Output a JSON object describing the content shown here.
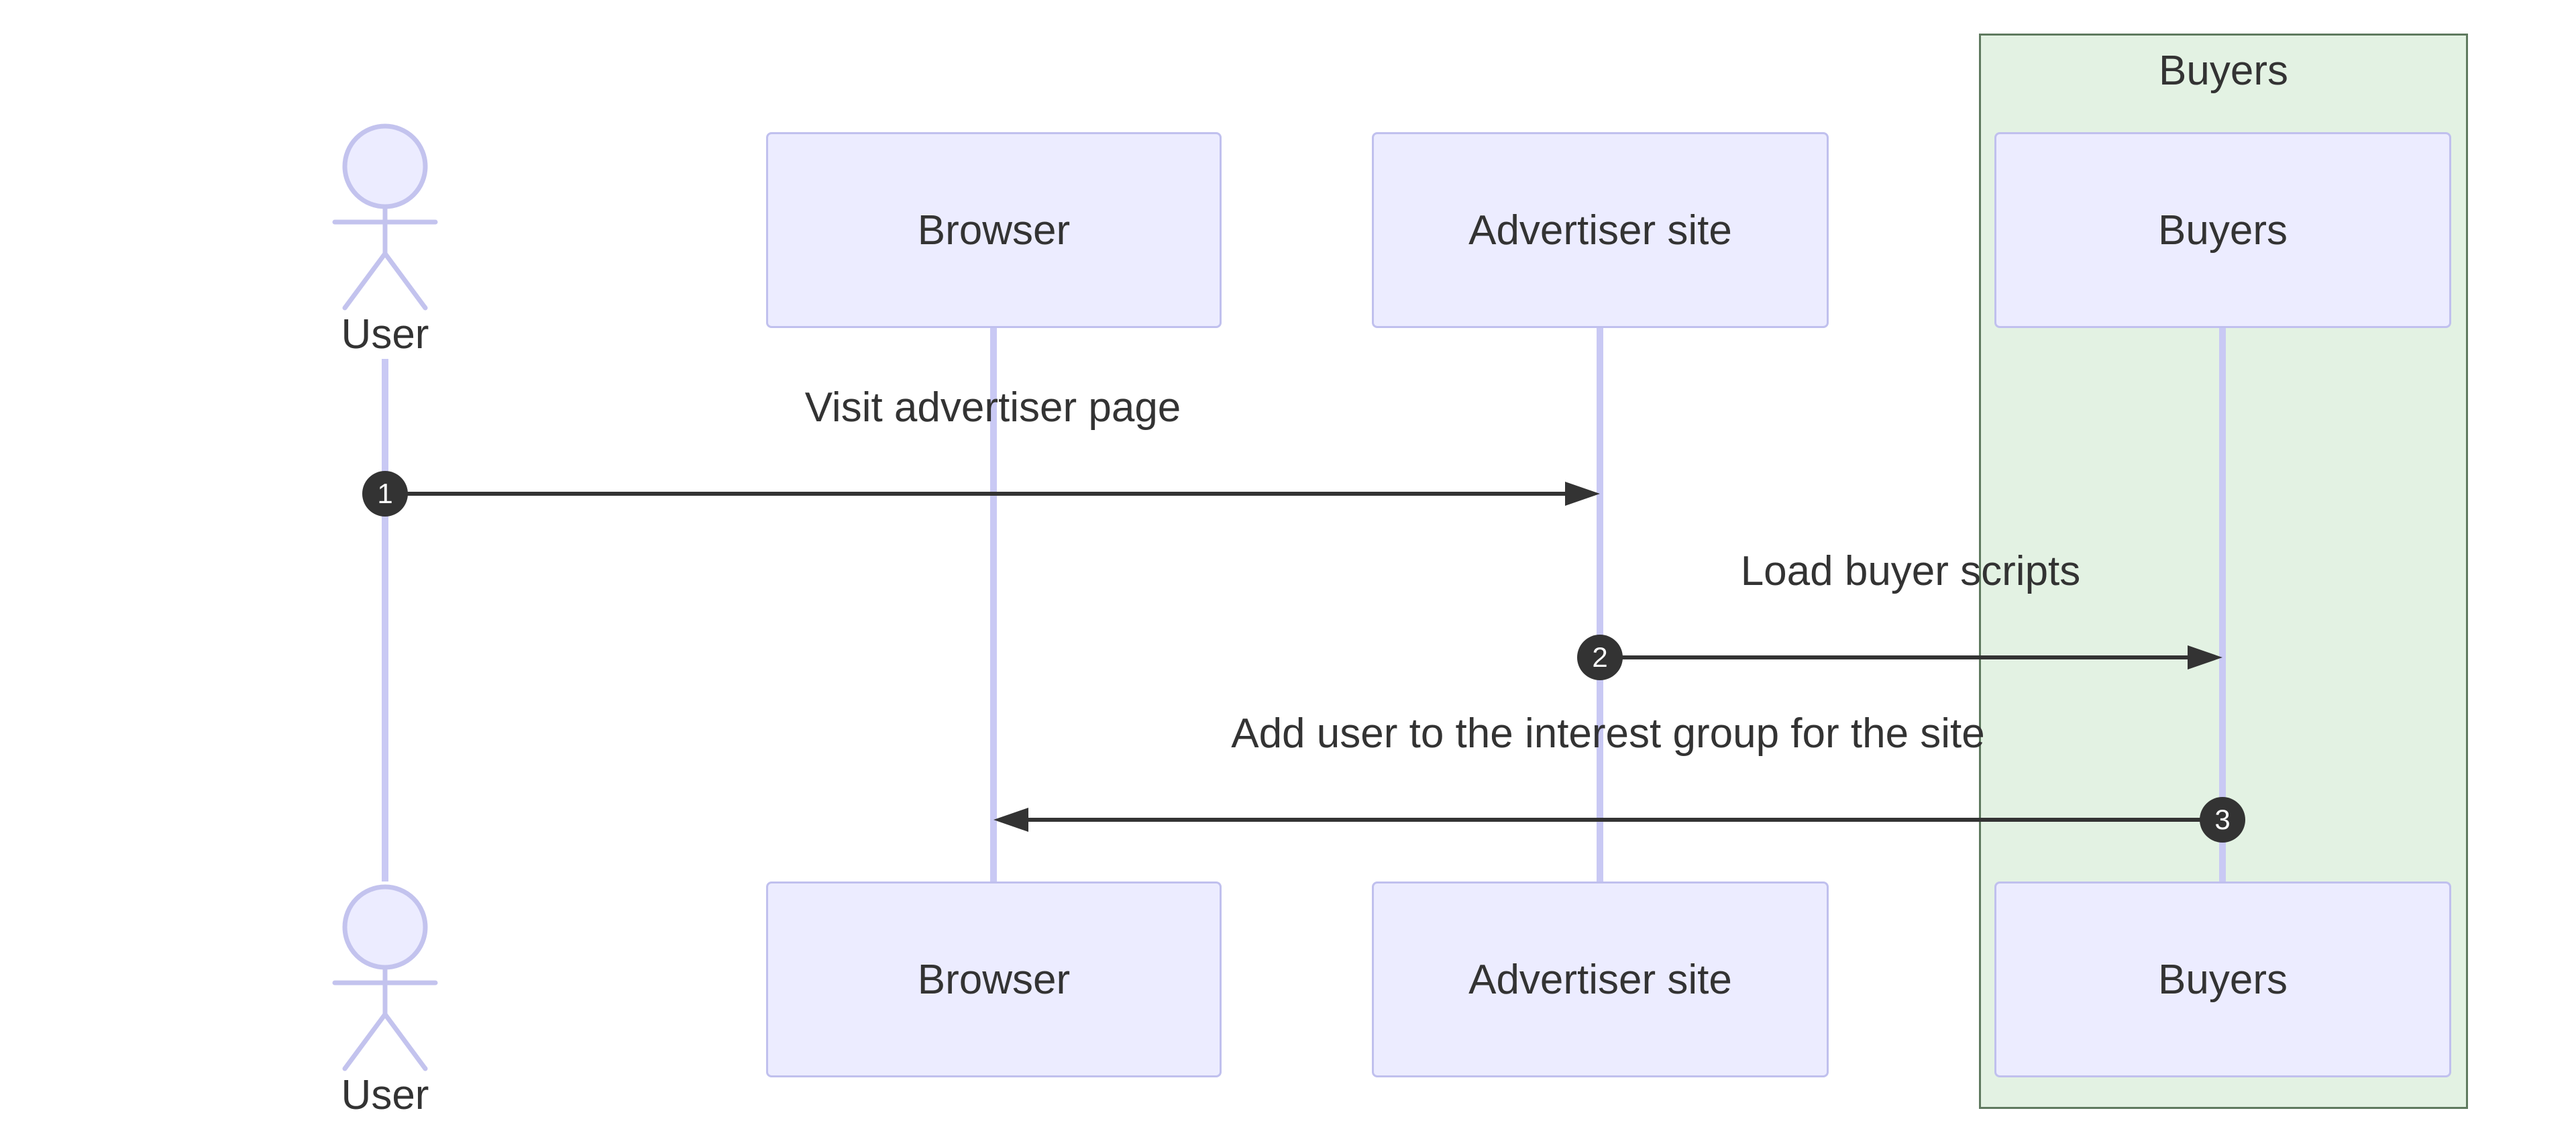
{
  "diagram": {
    "type": "sequence-diagram",
    "background": "#ffffff",
    "colors": {
      "participant_fill": "#ececff",
      "participant_border": "#c0c0ee",
      "lifeline": "#c9c9f4",
      "group_fill": "#e3f2e3",
      "group_border": "#5f7a5f",
      "arrow": "#333333",
      "badge_fill": "#333333",
      "badge_text": "#ffffff",
      "text": "#333333"
    },
    "group": {
      "label": "Buyers"
    },
    "participants": [
      {
        "id": "user",
        "label": "User",
        "kind": "actor"
      },
      {
        "id": "browser",
        "label": "Browser",
        "kind": "participant"
      },
      {
        "id": "advertiser",
        "label": "Advertiser site",
        "kind": "participant"
      },
      {
        "id": "buyers",
        "label": "Buyers",
        "kind": "participant",
        "group": "Buyers"
      }
    ],
    "messages": [
      {
        "seq": "1",
        "label": "Visit advertiser page",
        "from": "User",
        "to": "Advertiser site",
        "direction": "right"
      },
      {
        "seq": "2",
        "label": "Load buyer scripts",
        "from": "Advertiser site",
        "to": "Buyers",
        "direction": "right"
      },
      {
        "seq": "3",
        "label": "Add user to the interest group for the site",
        "from": "Buyers",
        "to": "Browser",
        "direction": "left"
      }
    ]
  }
}
